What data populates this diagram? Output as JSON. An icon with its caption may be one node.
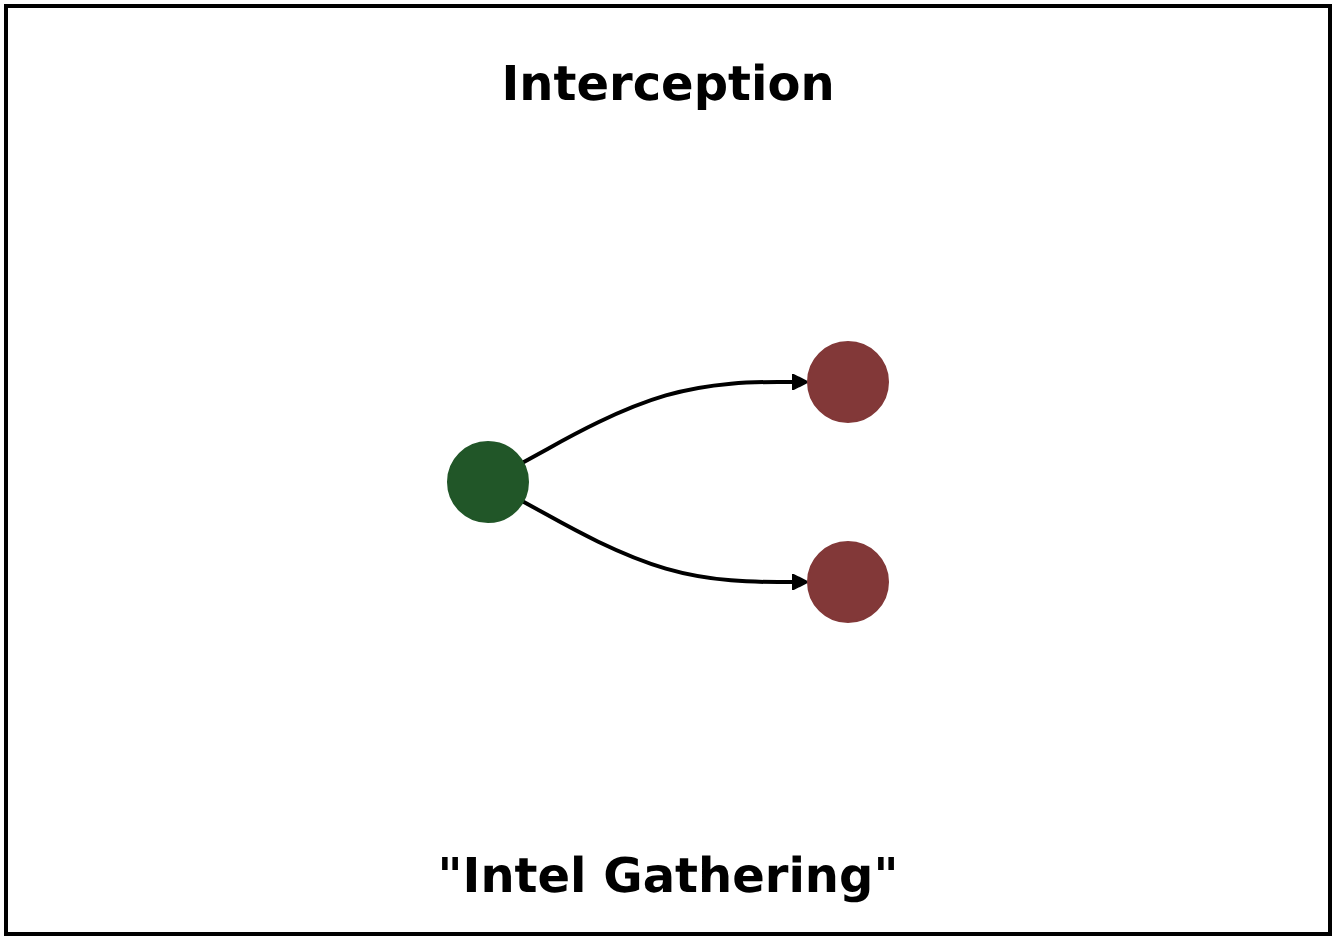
{
  "diagram": {
    "title": "Interception",
    "caption": "\"Intel Gathering\"",
    "nodes": [
      {
        "text": [],
        "shape": "circle"
      },
      {
        "text": [],
        "shape": "circle"
      },
      {
        "text": [],
        "shape": "circle"
      }
    ],
    "edges": [
      {
        "from": 0,
        "to": 1,
        "arrow": "to"
      },
      {
        "from": 0,
        "to": 2,
        "arrow": "to"
      }
    ]
  }
}
